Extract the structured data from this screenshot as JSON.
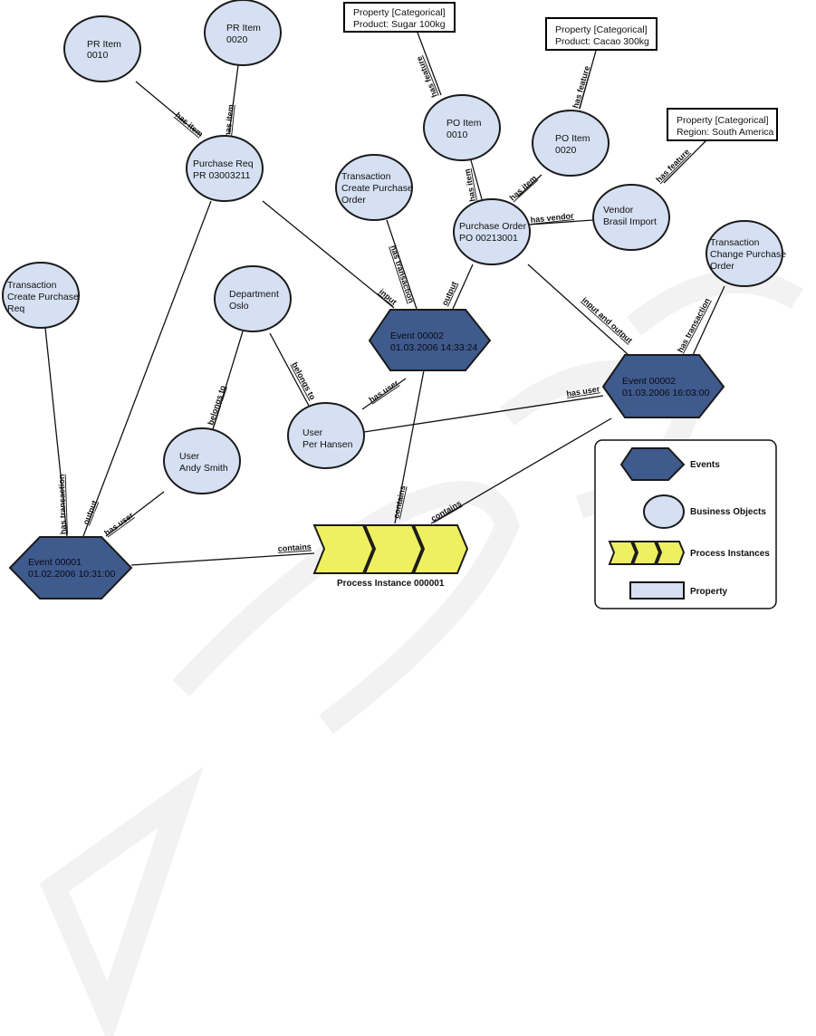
{
  "nodes": {
    "pr_item_0010": [
      "PR Item",
      "0010"
    ],
    "pr_item_0020": [
      "PR Item",
      "0020"
    ],
    "purchase_req": [
      "Purchase Req",
      "PR 03003211"
    ],
    "prop_sugar": [
      "Property [Categorical]",
      "Product: Sugar 100kg"
    ],
    "prop_cacao": [
      "Property [Categorical]",
      "Product: Cacao 300kg"
    ],
    "prop_region": [
      "Property [Categorical]",
      "Region: South America"
    ],
    "po_item_0010": [
      "PO Item",
      "0010"
    ],
    "po_item_0020": [
      "PO Item",
      "0020"
    ],
    "trans_create_po": [
      "Transaction",
      "Create Purchase",
      "Order"
    ],
    "purchase_order": [
      "Purchase Order",
      "PO 00213001"
    ],
    "vendor": [
      "Vendor",
      "Brasil Import"
    ],
    "trans_change_po": [
      "Transaction",
      "Change Purchase",
      "Order"
    ],
    "trans_create_pr": [
      "Transaction",
      "Create Purchase",
      "Req"
    ],
    "department": [
      "Department",
      "Oslo"
    ],
    "event_2a": [
      "Event 00002",
      "01.03.2006 14:33:24"
    ],
    "event_2b": [
      "Event 00002",
      "01.03.2006 16:03:00"
    ],
    "user_per": [
      "User",
      "Per Hansen"
    ],
    "user_andy": [
      "User",
      "Andy Smith"
    ],
    "event_1": [
      "Event 00001",
      "01.02.2006 10:31:00"
    ],
    "process_instance": "Process Instance 000001"
  },
  "edges": {
    "has_item": "has item",
    "has_feature": "has feature",
    "has_vendor": "has vendor",
    "has_transaction": "has transaction",
    "input": "input",
    "output": "output",
    "input_and_output": "input and output",
    "has_user": "has user",
    "belongs_to": "belongs to",
    "contains": "contains"
  },
  "legend": {
    "events": "Events",
    "business_objects": "Business Objects",
    "process_instances": "Process Instances",
    "property": "Property"
  },
  "colors": {
    "event": "#3f5a8c",
    "business_object": "#d5e0f2",
    "process_instance": "#eef060"
  }
}
